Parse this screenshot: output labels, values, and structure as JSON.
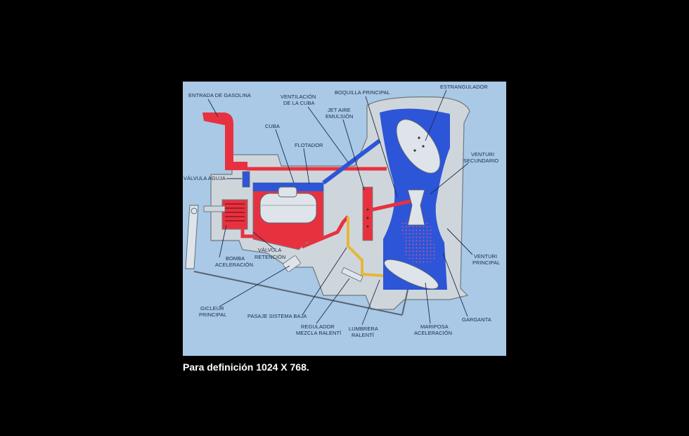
{
  "diagram": {
    "labels": {
      "entrada_gasolina": "ENTRADA DE GASOLINA",
      "ventilacion_1": "VENTILACIÓN",
      "ventilacion_2": "DE LA CUBA",
      "boquilla": "BOQUILLA PRINCIPAL",
      "estrangulador": "ESTRANGULADOR",
      "jet_1": "JET AIRE",
      "jet_2": "EMULSIÓN",
      "cuba": "CUBA",
      "flotador": "FLOTADOR",
      "venturi_sec_1": "VENTURI",
      "venturi_sec_2": "SECUNDARIO",
      "valvula_aguja": "VÁLVULA AGUJA",
      "valvula_ret_1": "VÁLVULA",
      "valvula_ret_2": "RETENCIÓN",
      "bomba_1": "BOMBA",
      "bomba_2": "ACELERACIÓN",
      "venturi_pri_1": "VENTURI",
      "venturi_pri_2": "PRINCIPAL",
      "gicleur_1": "GICLEUR",
      "gicleur_2": "PRINCIPAL",
      "pasaje": "PASAJE SISTEMA BAJA",
      "garganta": "GARGANTA",
      "regulador_1": "REGULADOR",
      "regulador_2": "MEZCLA RALENTÍ",
      "lumbrera_1": "LUMBRERA",
      "lumbrera_2": "RALENTÍ",
      "mariposa_1": "MARIPOSA",
      "mariposa_2": "ACELERACIÓN"
    },
    "colors": {
      "background": "#a9c9e6",
      "fuel": "#e8313f",
      "air": "#2d55d8",
      "idle_passage": "#e4b73a",
      "body": "#cfd6db"
    }
  },
  "caption": "Para definición 1024 X 768."
}
